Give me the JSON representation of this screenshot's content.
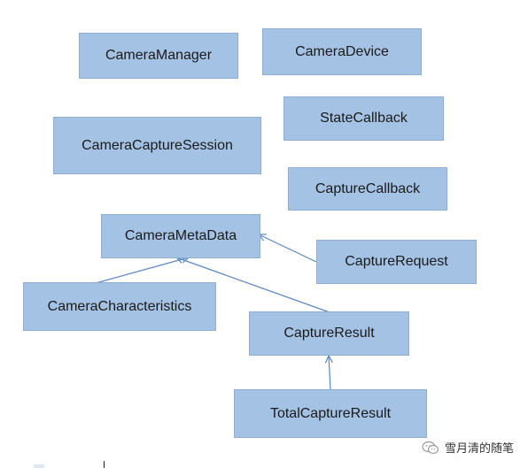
{
  "diagram": {
    "nodes": {
      "camera_manager": "CameraManager",
      "camera_device": "CameraDevice",
      "state_callback": "StateCallback",
      "camera_capture_session": "CameraCaptureSession",
      "capture_callback": "CaptureCallback",
      "camera_meta_data": "CameraMetaData",
      "capture_request": "CaptureRequest",
      "camera_characteristics": "CameraCharacteristics",
      "capture_result": "CaptureResult",
      "total_capture_result": "TotalCaptureResult"
    },
    "edges": [
      {
        "from": "CaptureRequest",
        "to": "CameraMetaData"
      },
      {
        "from": "CameraCharacteristics",
        "to": "CameraMetaData"
      },
      {
        "from": "CaptureResult",
        "to": "CameraMetaData"
      },
      {
        "from": "TotalCaptureResult",
        "to": "CaptureResult"
      }
    ],
    "colors": {
      "node_fill": "#a4c2e3",
      "node_border": "#8eaed2",
      "edge": "#5a86c0"
    }
  },
  "watermark": {
    "icon": "wechat-icon",
    "text": "雪月清的随笔"
  }
}
